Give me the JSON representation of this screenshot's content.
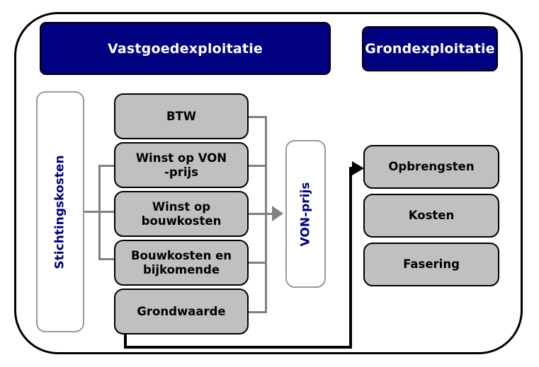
{
  "diagram": {
    "title_visible": false,
    "colors": {
      "header_fill": "#000080",
      "header_text": "#ffffff",
      "gray_fill": "#c0c0c0",
      "box_border": "#000000",
      "white_fill": "#ffffff",
      "white_border": "#9a9a9a",
      "label_blue": "#000080",
      "connector_gray": "#808080",
      "connector_black": "#000000",
      "page_background": "#ffffff"
    },
    "headers": [
      {
        "id": "vastgoedexploitatie",
        "label": "Vastgoedexploitatie"
      },
      {
        "id": "grondexploitatie",
        "label": "Grondexploitatie"
      }
    ],
    "group_labels": [
      {
        "id": "stichtingskosten",
        "label": "Stichtingskosten",
        "orientation": "vertical"
      },
      {
        "id": "von-prijs",
        "label": "VON-prijs",
        "orientation": "vertical"
      }
    ],
    "cost_components": [
      {
        "id": "btw",
        "label": "BTW"
      },
      {
        "id": "winst-op-von-prijs",
        "label": "Winst op VON\n-prijs",
        "line1": "Winst op VON",
        "line2": "-prijs"
      },
      {
        "id": "winst-op-bouwkosten",
        "label": "Winst op bouwkosten",
        "line1": "Winst op",
        "line2": "bouwkosten"
      },
      {
        "id": "bouwkosten-en-bijkomende",
        "label": "Bouwkosten en bijkomende",
        "line1": "Bouwkosten en",
        "line2": "bijkomende"
      },
      {
        "id": "grondwaarde",
        "label": "Grondwaarde"
      }
    ],
    "land_items": [
      {
        "id": "opbrengsten",
        "label": "Opbrengsten"
      },
      {
        "id": "kosten",
        "label": "Kosten"
      },
      {
        "id": "fasering",
        "label": "Fasering"
      }
    ],
    "connectors": [
      {
        "id": "stichtingskosten-bracket",
        "from": "stichtingskosten",
        "to": [
          "winst-op-von-prijs",
          "winst-op-bouwkosten",
          "bouwkosten-en-bijkomende"
        ],
        "style": "gray-bracket"
      },
      {
        "id": "von-prijs-bracket",
        "from": [
          "btw",
          "winst-op-von-prijs",
          "winst-op-bouwkosten",
          "bouwkosten-en-bijkomende",
          "grondwaarde"
        ],
        "to": "von-prijs",
        "style": "gray-bracket-arrow"
      },
      {
        "id": "grondwaarde-to-opbrengsten",
        "from": "grondwaarde",
        "to": "opbrengsten",
        "style": "black-arrow"
      }
    ]
  }
}
